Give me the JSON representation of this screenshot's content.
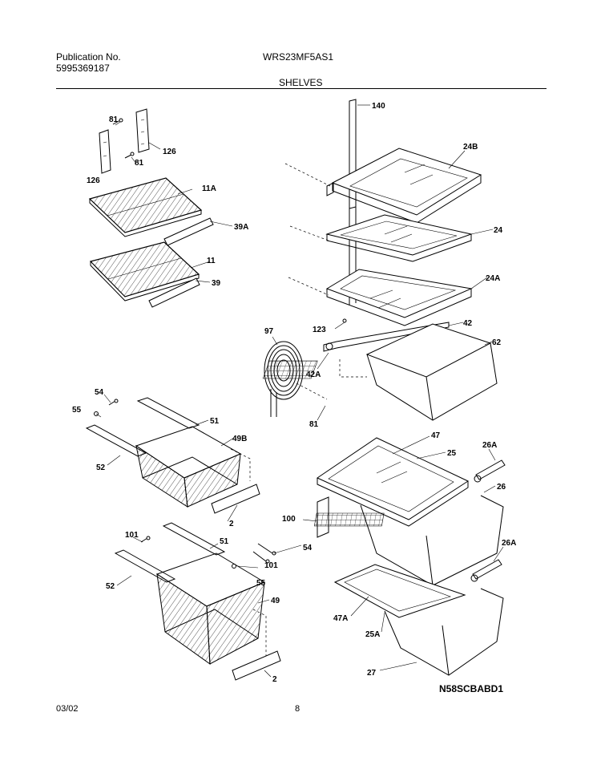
{
  "header": {
    "publication_label": "Publication No.",
    "publication_number": "5995369187",
    "model": "WRS23MF5AS1",
    "section": "SHELVES"
  },
  "footer": {
    "date": "03/02",
    "page": "8",
    "drawing_code": "N58SCBABD1"
  },
  "callouts": {
    "c81a": "81",
    "c126a": "126",
    "c81b": "81",
    "c126b": "126",
    "c11A": "11A",
    "c39A": "39A",
    "c11": "11",
    "c39": "39",
    "c140": "140",
    "c24B": "24B",
    "c24": "24",
    "c24A": "24A",
    "c123": "123",
    "c42": "42",
    "c62": "62",
    "c97": "97",
    "c42A": "42A",
    "c81c": "81",
    "c54a": "54",
    "c55a": "55",
    "c51a": "51",
    "c49B": "49B",
    "c52a": "52",
    "c2a": "2",
    "c101a": "101",
    "c51b": "51",
    "c52b": "52",
    "c101b": "101",
    "c55b": "55",
    "c49": "49",
    "c2b": "2",
    "c54b": "54",
    "c100": "100",
    "c47": "47",
    "c25": "25",
    "c26A": "26A",
    "c26": "26",
    "c26Ab": "26A",
    "c47A": "47A",
    "c25A": "25A",
    "c27": "27"
  }
}
